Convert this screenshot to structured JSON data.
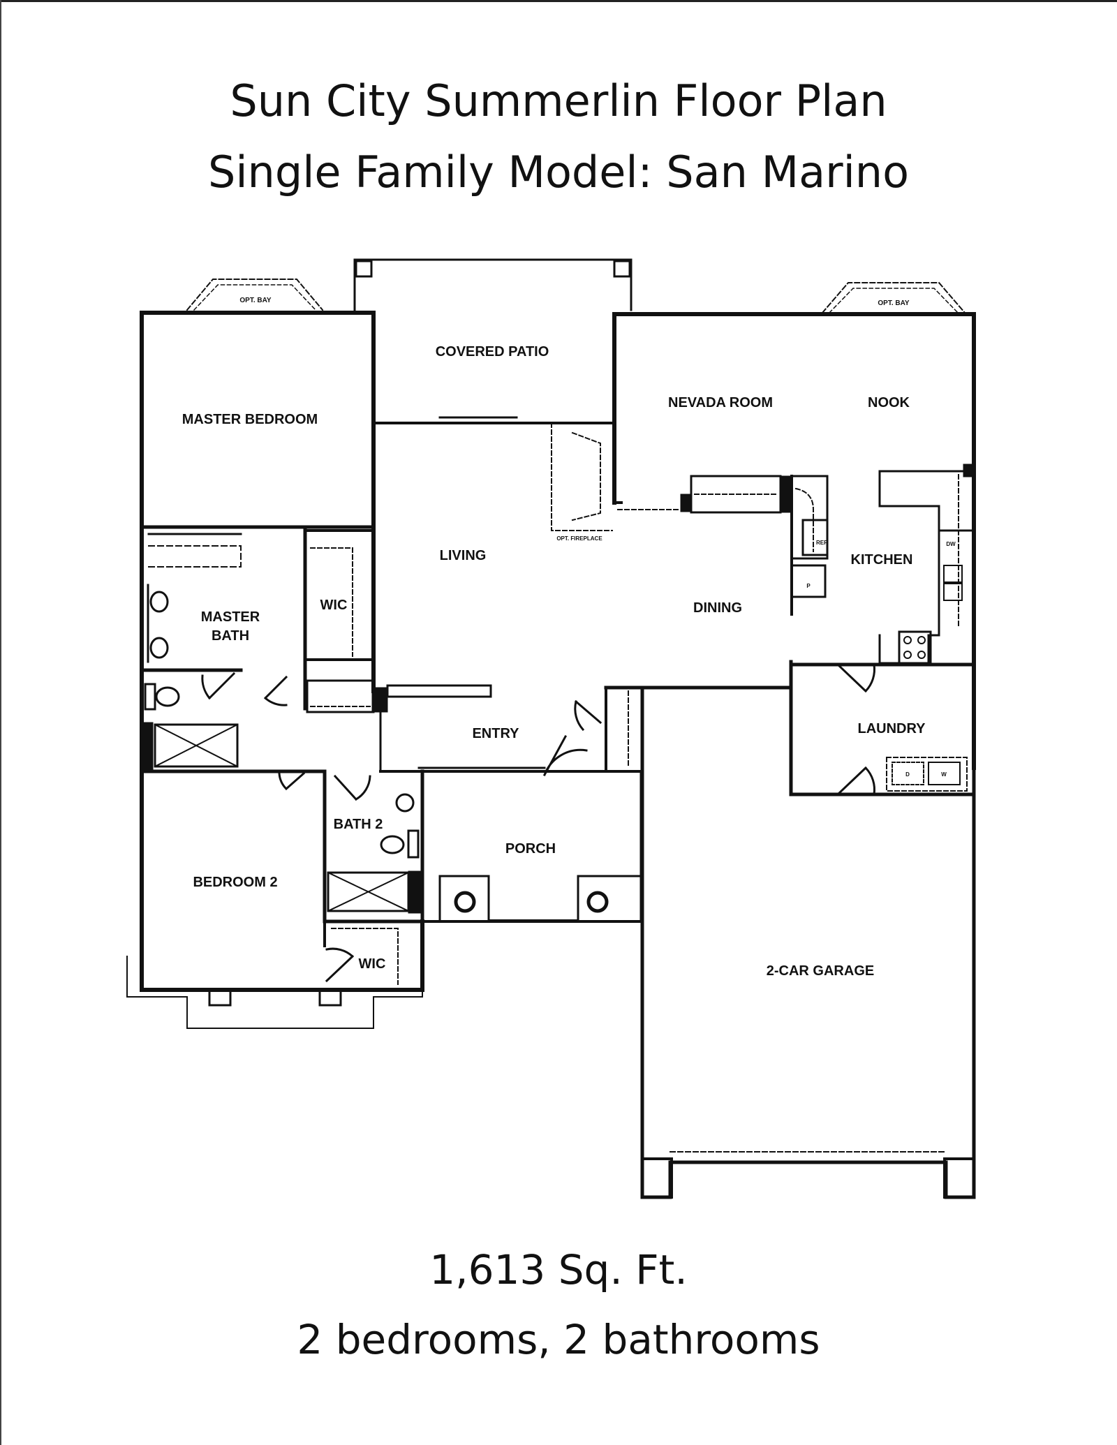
{
  "header": {
    "title_line1": "Sun City Summerlin Floor Plan",
    "title_line2": "Single Family Model:  San Marino"
  },
  "footer": {
    "square_feet": "1,613 Sq. Ft.",
    "bedrooms_bathrooms": "2 bedrooms, 2 bathrooms"
  },
  "rooms": {
    "covered_patio": "COVERED PATIO",
    "master_bedroom": "MASTER BEDROOM",
    "nevada_room": "NEVADA ROOM",
    "nook": "NOOK",
    "living": "LIVING",
    "master_bath_line1": "MASTER",
    "master_bath_line2": "BATH",
    "wic_master": "WIC",
    "kitchen": "KITCHEN",
    "dining": "DINING",
    "entry": "ENTRY",
    "laundry": "LAUNDRY",
    "bath2": "BATH 2",
    "porch": "PORCH",
    "bedroom2": "BEDROOM 2",
    "wic_bedroom2": "WIC",
    "garage": "2-CAR GARAGE"
  },
  "annotations": {
    "opt_bay_left": "OPT. BAY",
    "opt_bay_right": "OPT. BAY",
    "opt_fireplace": "OPT. FIREPLACE",
    "ref": "REF",
    "pantry": "P",
    "dishwasher": "DW",
    "dryer": "D",
    "washer": "W"
  }
}
